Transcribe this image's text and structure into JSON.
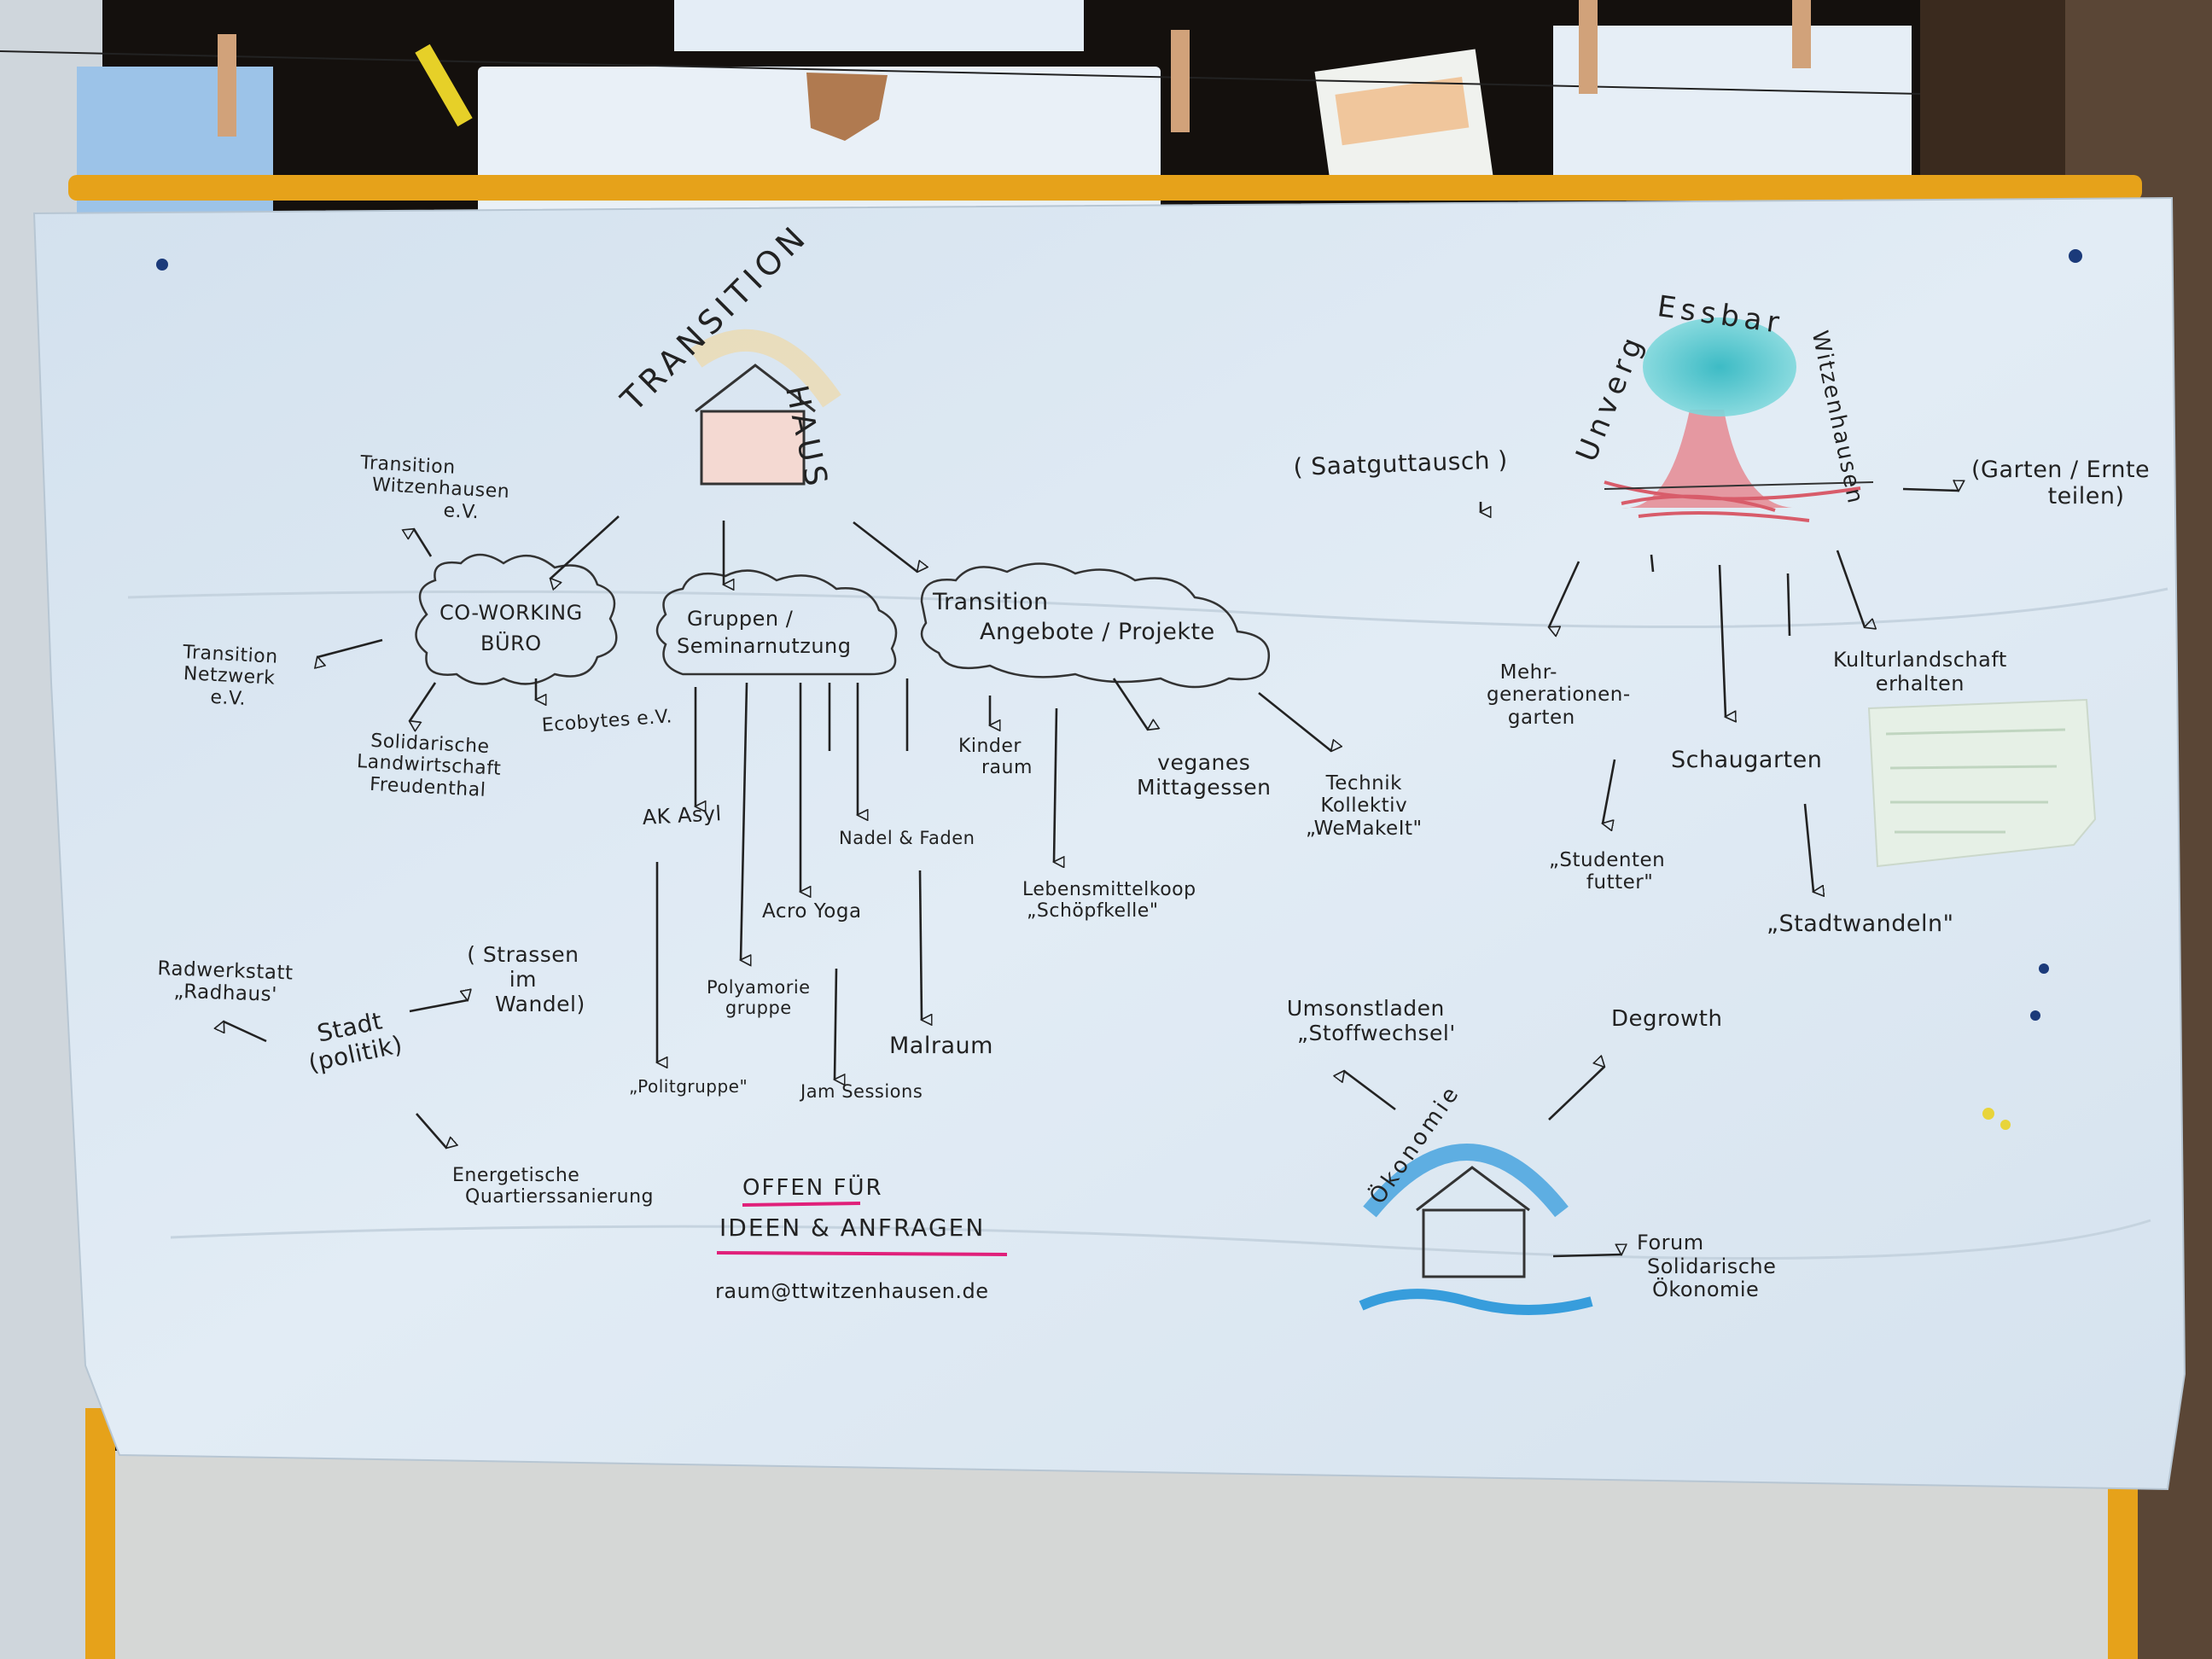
{
  "colors": {
    "paper": "#dfeaf4",
    "ink": "#222222",
    "frame": "#e6a21a",
    "pink_underline": "#e0207a",
    "tree_crown": "#33c3c8",
    "tree_trunk": "#e0727d",
    "wave": "#1a8fd8"
  },
  "poster": {
    "transition_house": {
      "title_left": "TRANSITION",
      "title_right": "HAUS",
      "coworking": [
        "CO-WORKING",
        "BÜRO"
      ],
      "transition_witzenhausen": [
        "Transition",
        "Witzenhausen",
        "e.V."
      ],
      "transition_netzwerk": [
        "Transition",
        "Netzwerk",
        "e.V."
      ],
      "solidarische_landwirtschaft": [
        "Solidarische",
        "Landwirtschaft",
        "Freudenthal"
      ],
      "ecobytes": "Ecobytes e.V.",
      "gruppen": [
        "Gruppen /",
        "Seminarnutzung"
      ],
      "ak_asyl": "AK Asyl",
      "acro_yoga": "Acro Yoga",
      "nadel_faden": "Nadel & Faden",
      "polyamorie": [
        "Polyamorie",
        "gruppe"
      ],
      "politgruppe": "„Politgruppe\"",
      "jam_sessions": "Jam Sessions",
      "malraum": "Malraum",
      "angebote": [
        "Transition",
        "Angebote / Projekte"
      ],
      "kinderraum": [
        "Kinder",
        "raum"
      ],
      "lebensmittelkoop": [
        "Lebensmittelkoop",
        "„Schöpfkelle\""
      ],
      "veganes": [
        "veganes",
        "Mittagessen"
      ],
      "technik": [
        "Technik",
        "Kollektiv",
        "„WeMakeIt\""
      ]
    },
    "stadt": {
      "radwerkstatt": [
        "Radwerkstatt",
        "„Radhaus'"
      ],
      "stadt": [
        "Stadt",
        "(politik)"
      ],
      "strassen": [
        "( Strassen",
        "im",
        "Wandel)"
      ],
      "energetische": [
        "Energetische",
        "Quartierssanierung"
      ]
    },
    "offen": {
      "line1": "OFFEN FÜR",
      "line2": "IDEEN & ANFRAGEN",
      "email": "raum@ttwitzenhausen.de"
    },
    "essbar": {
      "arc_left": "Unverg",
      "arc_mid": "Essbar",
      "arc_right": "Witzenhausen",
      "saatgut": "( Saatguttausch )",
      "garten": [
        "(Garten / Ernte",
        "teilen)"
      ],
      "mehrgenerationen": [
        "Mehr-",
        "generationen-",
        "garten"
      ],
      "schaugarten": "Schaugarten",
      "kulturlandschaft": [
        "Kulturlandschaft",
        "erhalten"
      ],
      "studenten": [
        "„Studenten",
        "futter\""
      ],
      "stadtwandeln": "„Stadtwandeln\""
    },
    "oekonomie": {
      "arc": "Ökonomie",
      "umsonstladen": [
        "Umsonstladen",
        "„Stoffwechsel'"
      ],
      "degrowth": "Degrowth",
      "forum": [
        "Forum",
        "Solidarische",
        "Ökonomie"
      ]
    }
  }
}
